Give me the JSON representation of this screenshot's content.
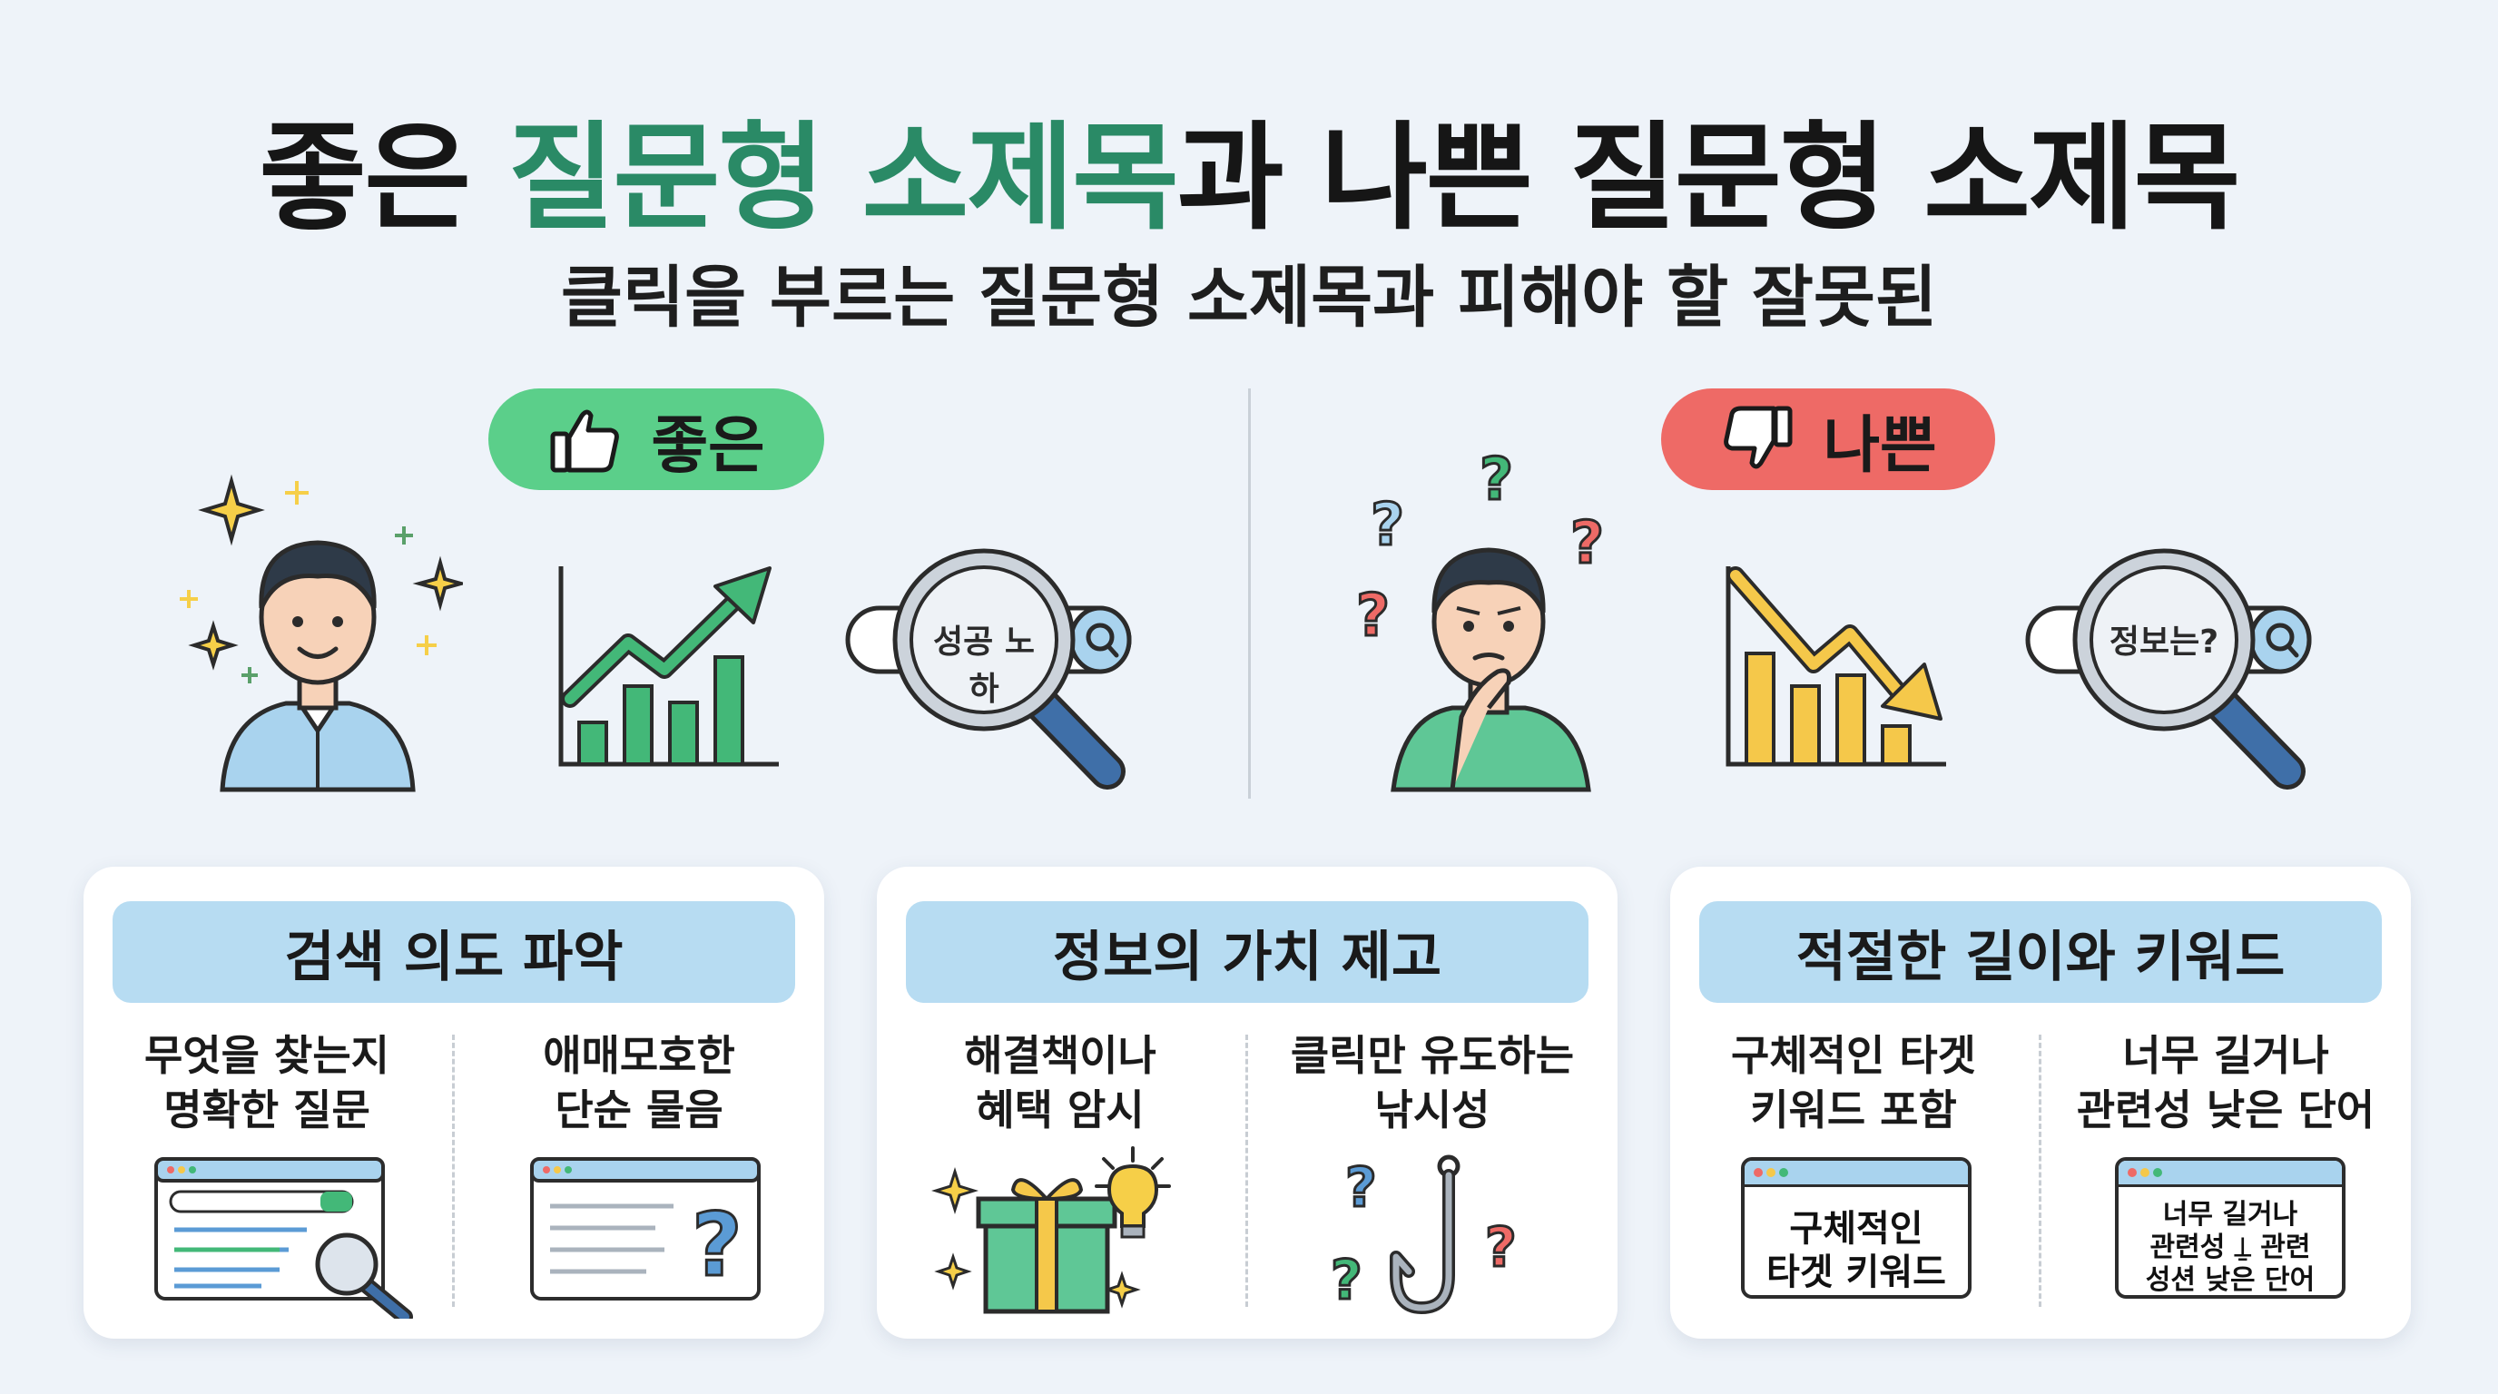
{
  "title": {
    "part1": "좋은 ",
    "accent": "질문형 소제목",
    "part2": "과 나쁜 질문형 소제목"
  },
  "subtitle": "클릭을 부르는 질문형 소제목과 피해야 할 잘못된",
  "good_badge": {
    "label": "좋은",
    "color": "#5bcf8a",
    "icon": "thumbs-up-icon"
  },
  "bad_badge": {
    "label": "나쁜",
    "color": "#ee6a66",
    "icon": "thumbs-down-icon"
  },
  "good_search_text": "성공 노하",
  "bad_search_text": "정보는?",
  "cards": [
    {
      "heading": "검색 의도 파악",
      "left": {
        "lines": [
          "무엇을 찾는지",
          "명확한 질문"
        ],
        "icon": "search-window-icon"
      },
      "right": {
        "lines": [
          "애매모호한",
          "단순 물음"
        ],
        "icon": "question-window-icon"
      }
    },
    {
      "heading": "정보의 가치 제고",
      "left": {
        "lines": [
          "해결책이나",
          "혜택 암시"
        ],
        "icon": "gift-lightbulb-icon"
      },
      "right": {
        "lines": [
          "클릭만 유도하는",
          "낚시성"
        ],
        "icon": "fishhook-icon"
      }
    },
    {
      "heading": "적절한 길이와 키워드",
      "left": {
        "lines": [
          "구체적인 타겟",
          "키워드 포함"
        ],
        "window_text": [
          "구체적인",
          "타겟 키워드"
        ]
      },
      "right": {
        "lines": [
          "너무 길거나",
          "관련성 낮은 단어"
        ],
        "window_text": [
          "너무 길거나",
          "관련성",
          "관련",
          "성션 낮은 단어"
        ]
      }
    }
  ],
  "colors": {
    "accent_green": "#2a8a66",
    "bar_green": "#43b878",
    "bar_yellow": "#f5c84a",
    "header_blue": "#b7dcf2"
  }
}
